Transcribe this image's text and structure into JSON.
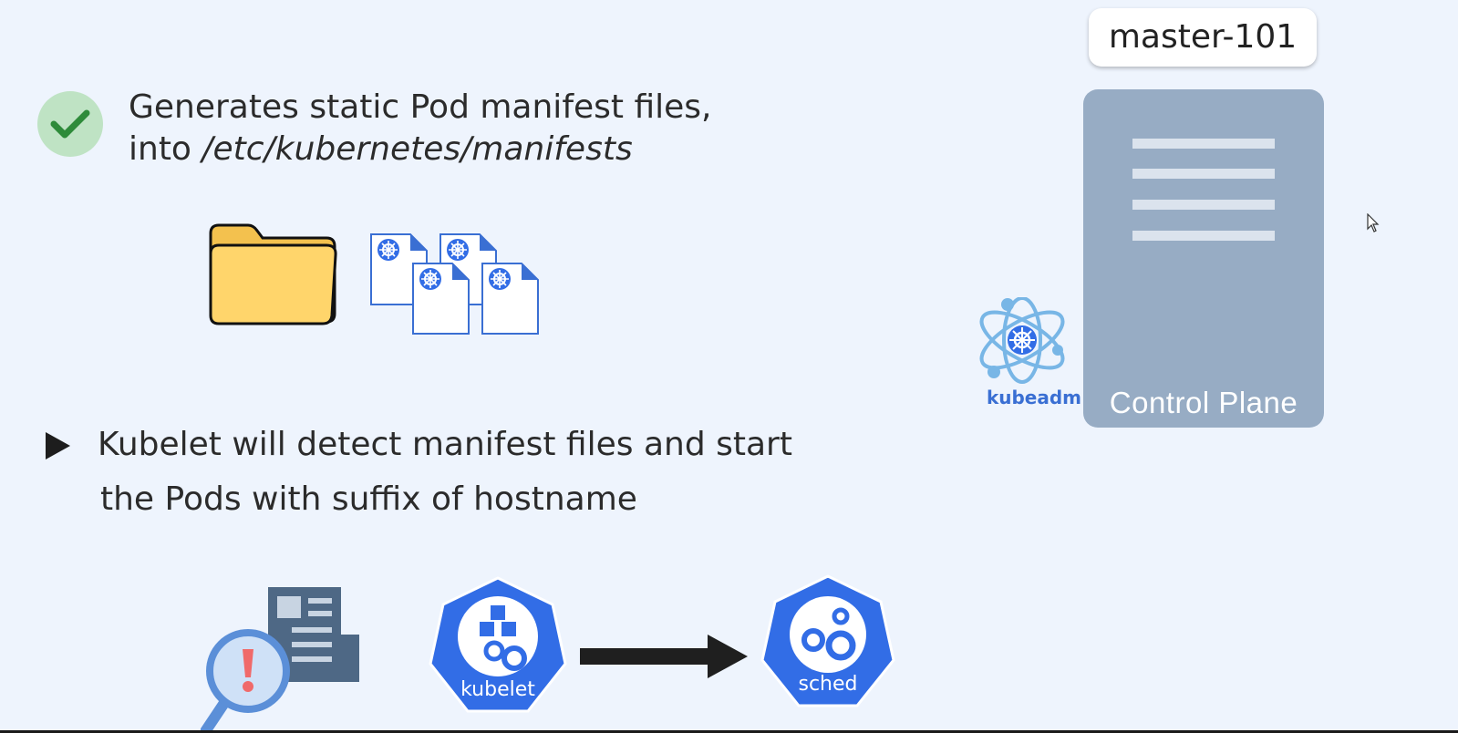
{
  "section1": {
    "line1": "Generates static Pod manifest files,",
    "line2_prefix": "into ",
    "line2_path": "/etc/kubernetes/manifests"
  },
  "section2": {
    "line1": "Kubelet will detect manifest files and start",
    "line2": "the Pods with suffix of hostname"
  },
  "node": {
    "name": "master-101",
    "role": "Control Plane"
  },
  "tools": {
    "kubeadm": "kubeadm",
    "kubelet": "kubelet",
    "scheduler": "sched"
  },
  "colors": {
    "background": "#eef4fd",
    "control_plane": "#97acc4",
    "k8s_blue": "#326de6",
    "check_green": "#2e8b3a",
    "folder_yellow": "#ffd56b"
  }
}
